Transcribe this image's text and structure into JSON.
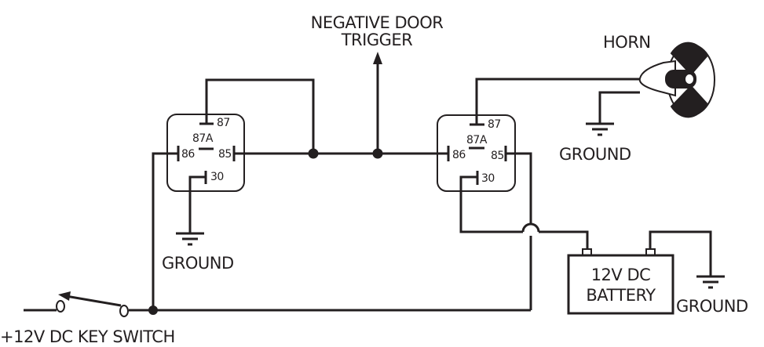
{
  "labels": {
    "trigger": "NEGATIVE DOOR\nTRIGGER",
    "horn": "HORN",
    "ground_horn": "GROUND",
    "ground_relay": "GROUND",
    "ground_battery": "GROUND",
    "battery": "12V DC\nBATTERY",
    "key_switch": "+12V DC KEY SWITCH"
  },
  "relay1": {
    "pin87": "87",
    "pin87a": "87A",
    "pin86": "86",
    "pin85": "85",
    "pin30": "30"
  },
  "relay2": {
    "pin87": "87",
    "pin87a": "87A",
    "pin86": "86",
    "pin85": "85",
    "pin30": "30"
  },
  "colors": {
    "ink": "#231f20"
  }
}
